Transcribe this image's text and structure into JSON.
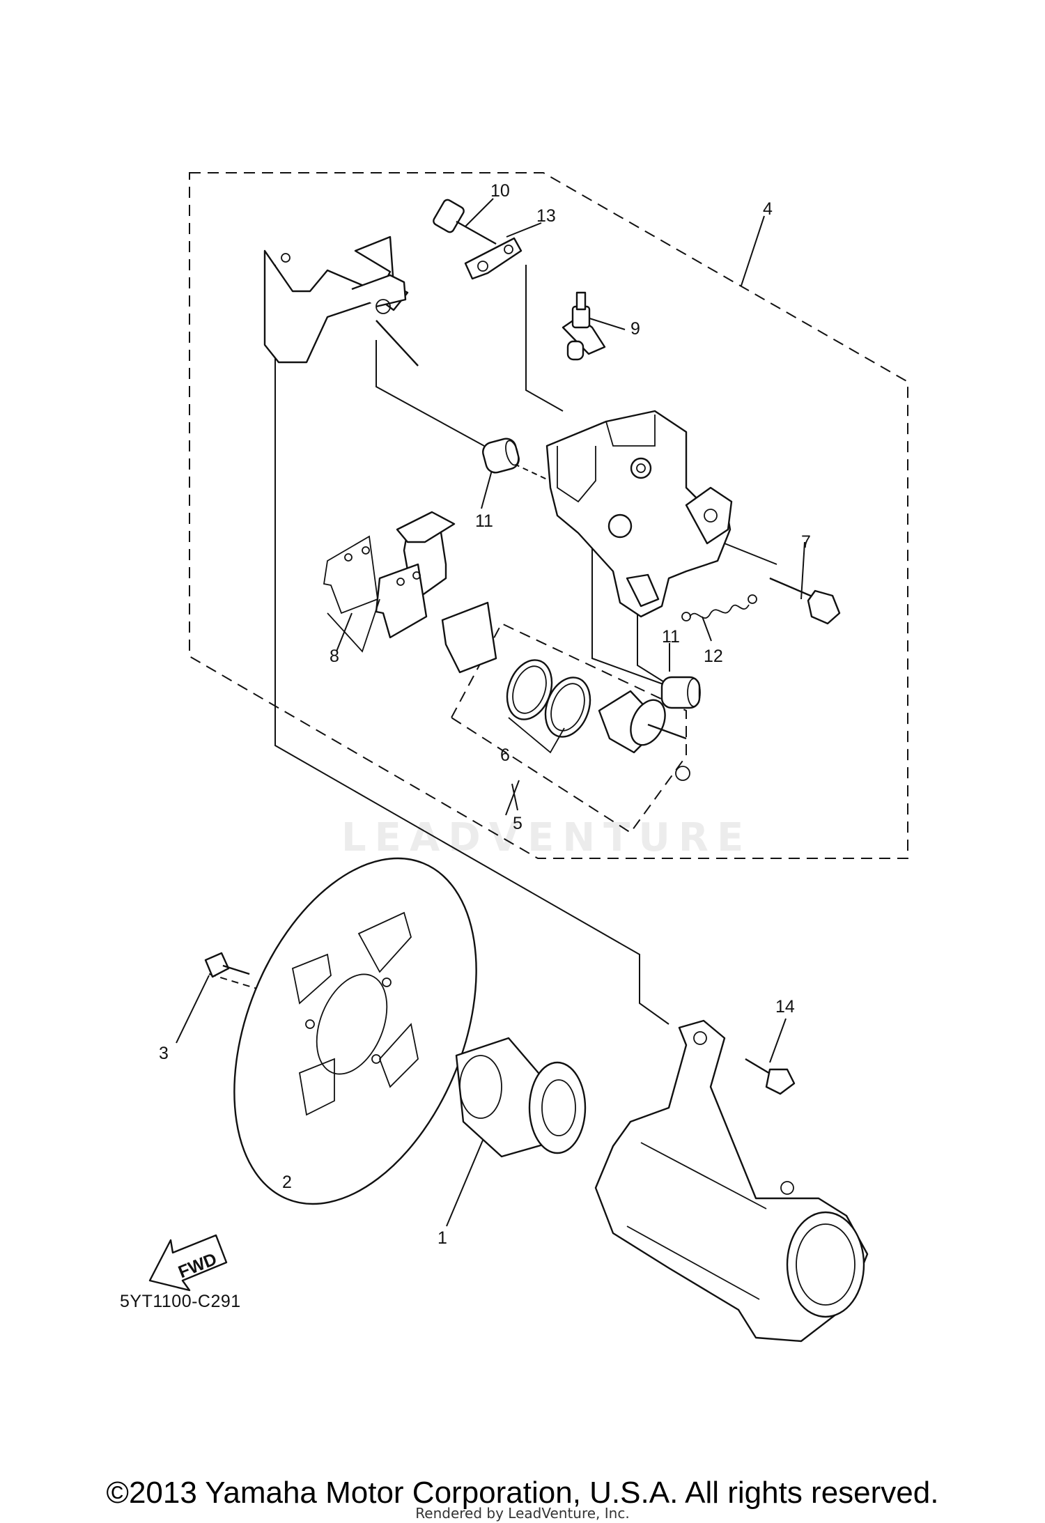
{
  "diagram": {
    "callouts": [
      "1",
      "2",
      "3",
      "4",
      "5",
      "6",
      "7",
      "8",
      "9",
      "10",
      "11",
      "11",
      "12",
      "13",
      "14"
    ],
    "code": "5YT1100-C291",
    "fwd_label": "FWD",
    "watermark": "LEADVENTURE"
  },
  "footer": {
    "copyright": "©2013 Yamaha Motor Corporation, U.S.A. All rights reserved.",
    "rendered_by": "Rendered by LeadVenture, Inc."
  }
}
